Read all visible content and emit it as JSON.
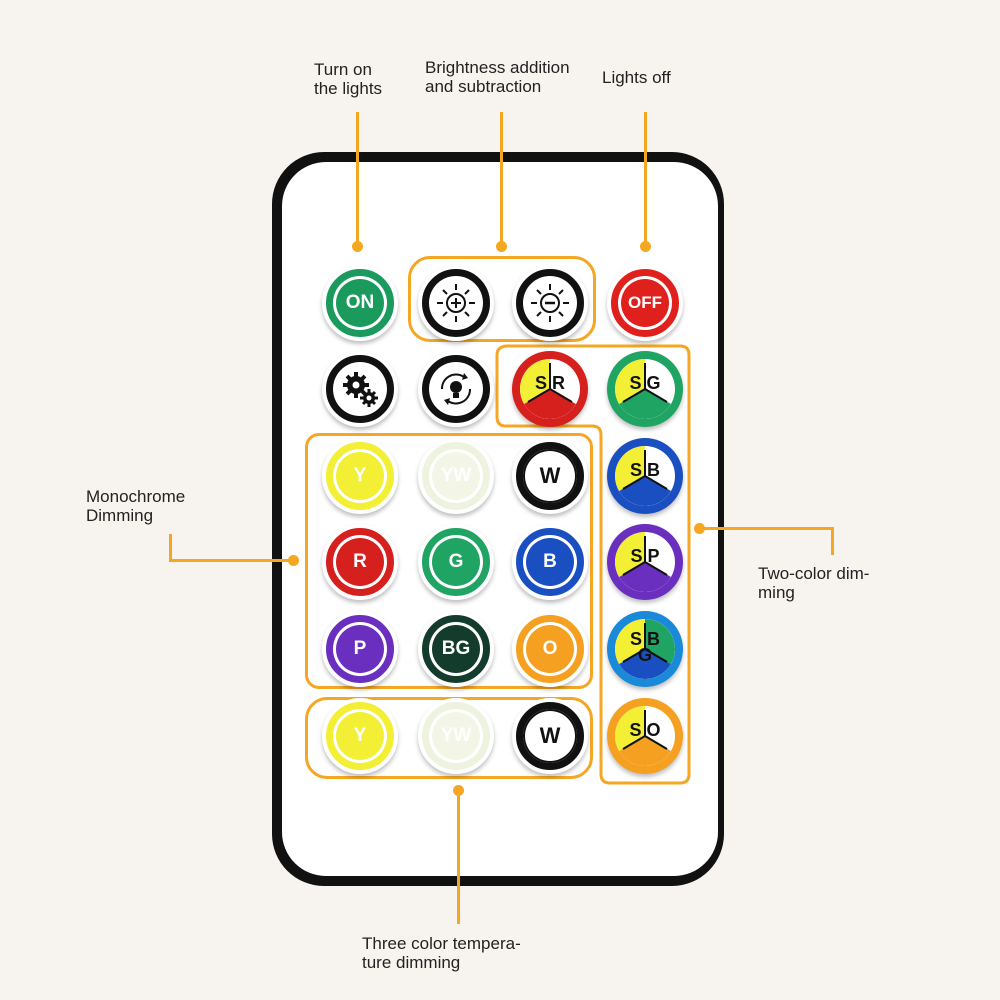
{
  "labels": {
    "turn_on": "Turn on\nthe lights",
    "brightness": "Brightness addition\nand subtraction",
    "lights_off": "Lights off",
    "monochrome": "Monochrome\nDimming",
    "two_color": "Two-color dim-\nming",
    "three_color": "Three color tempera-\nture dimming"
  },
  "buttons": {
    "on": "ON",
    "off": "OFF",
    "y": "Y",
    "yw": "YW",
    "w": "W",
    "r": "R",
    "g": "G",
    "b": "B",
    "p": "P",
    "bg": "BG",
    "o": "O",
    "y2": "Y",
    "yw2": "YW",
    "w2": "W",
    "sr": [
      "S",
      "R"
    ],
    "sg": [
      "S",
      "G"
    ],
    "sb": [
      "S",
      "B"
    ],
    "sp": [
      "S",
      "P"
    ],
    "sbg": [
      "S",
      "B",
      "G"
    ],
    "so": [
      "S",
      "O"
    ]
  },
  "icons": {
    "settings": "gears-icon",
    "mode": "bulb-cycle-icon",
    "brightness_up": "sun-plus-icon",
    "brightness_down": "sun-minus-icon"
  },
  "colors": {
    "accent": "#f5a623",
    "on": "#1a9a5c",
    "off": "#e0201c",
    "red": "#d6201e",
    "green": "#1fa463",
    "blue": "#1a4fc2",
    "purple": "#6a2fbf",
    "orange": "#f5a020",
    "yellow": "#f2ef35",
    "warm_white": "#f3f6e6"
  }
}
